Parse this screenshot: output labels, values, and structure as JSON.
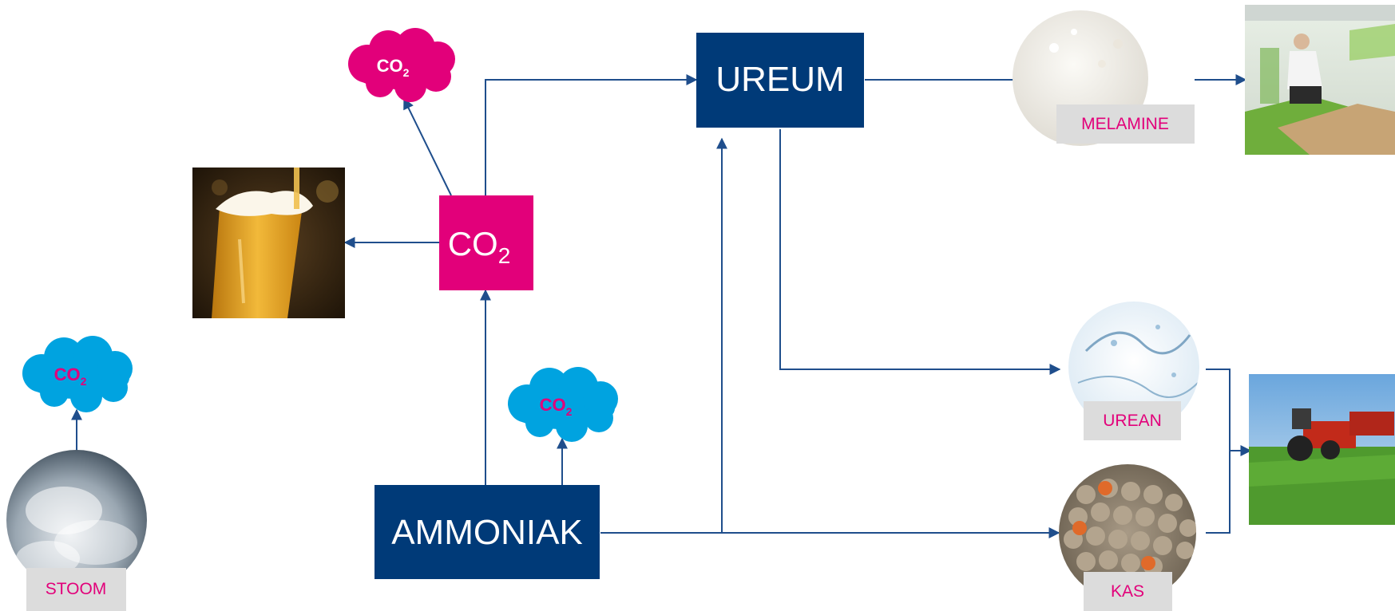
{
  "nodes": {
    "ureum": {
      "label": "UREUM"
    },
    "ammoniak": {
      "label": "AMMONIAK"
    },
    "co2_box": {
      "label": "CO",
      "sub": "2"
    },
    "cloud_top": {
      "label": "CO",
      "sub": "2"
    },
    "cloud_mid": {
      "label": "CO",
      "sub": "2"
    },
    "cloud_left": {
      "label": "CO",
      "sub": "2"
    }
  },
  "labels": {
    "melamine": "MELAMINE",
    "urean": "UREAN",
    "kas": "KAS",
    "stoom": "STOOM"
  },
  "images": {
    "beer": "beer-glass-photo",
    "floor": "flooring-photo",
    "tractor": "tractor-field-photo",
    "melamine": "melamine-powder-photo",
    "urean": "water-splash-photo",
    "kas": "fertilizer-granules-photo",
    "stoom": "steam-photo"
  },
  "colors": {
    "navy": "#003a78",
    "magenta": "#e2007a",
    "cyan": "#00a3e0",
    "label_bg": "#dcdcdc",
    "arrow": "#1f4e8c"
  }
}
